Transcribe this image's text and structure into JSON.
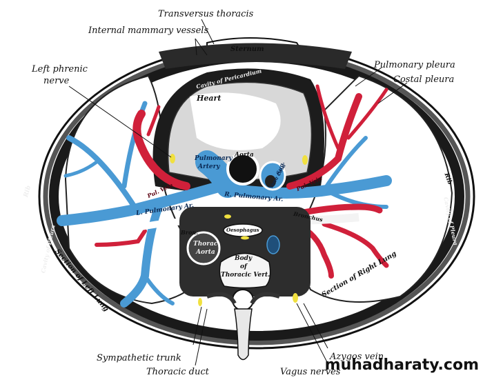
{
  "figure": {
    "title": "Transverse section of thorax showing the contents of the middle and posterior mediastina",
    "colors": {
      "pulmonary_artery": "#4a9ad4",
      "pulmonary_vein": "#d0203a",
      "nerve": "#f0e040",
      "ink": "#111111",
      "background": "#ffffff"
    }
  },
  "labels": {
    "transversus_thoracis": "Transversus thoracis",
    "internal_mammary_vessels": "Internal mammary vessels",
    "left_phrenic_nerve_line1": "Left phrenic",
    "left_phrenic_nerve_line2": "nerve",
    "pulmonary_pleura": "Pulmonary pleura",
    "costal_pleura": "Costal pleura",
    "sympathetic_trunk": "Sympathetic trunk",
    "thoracic_duct": "Thoracic duct",
    "vagus_nerves": "Vagus nerves",
    "azygos_vein": "Azygos vein"
  },
  "inner_labels": {
    "sternum": "Sternum",
    "heart": "Heart",
    "cavity_of_pericardium": "Cavity of Pericardium",
    "aorta": "Aorta",
    "pulmonary_artery_1": "Pulmonary",
    "pulmonary_artery_2": "Artery",
    "superior_vena_cava_1": "Sup.",
    "superior_vena_cava_2": "Vena Cava",
    "pulmonary_vein_left": "Pul. Vein",
    "pulmonary_vein_right": "Pul. Vein",
    "left_pulmonary_artery": "L. Pulmonary Ar.",
    "right_pulmonary_artery": "R. Pulmonary Ar.",
    "bronchus_left": "Bron.",
    "bronchus_right": "Bronchus",
    "oesophagus": "Oesophagus",
    "thoracic_aorta_1": "Thorac.",
    "thoracic_aorta_2": "Aorta",
    "body_of_vertebra_1": "Body",
    "body_of_vertebra_2": "of",
    "body_of_vertebra_3": "Thoracic Vert.",
    "section_left_lung": "Section of Left Lung",
    "section_right_lung": "Section of Right Lung",
    "rib_left": "Rib",
    "rib_right": "Rib",
    "cavity_pleura_left": "Cavity of Pleura",
    "cavity_pleura_right": "Cavity of Pleura"
  },
  "watermark": "muhadharaty.com"
}
